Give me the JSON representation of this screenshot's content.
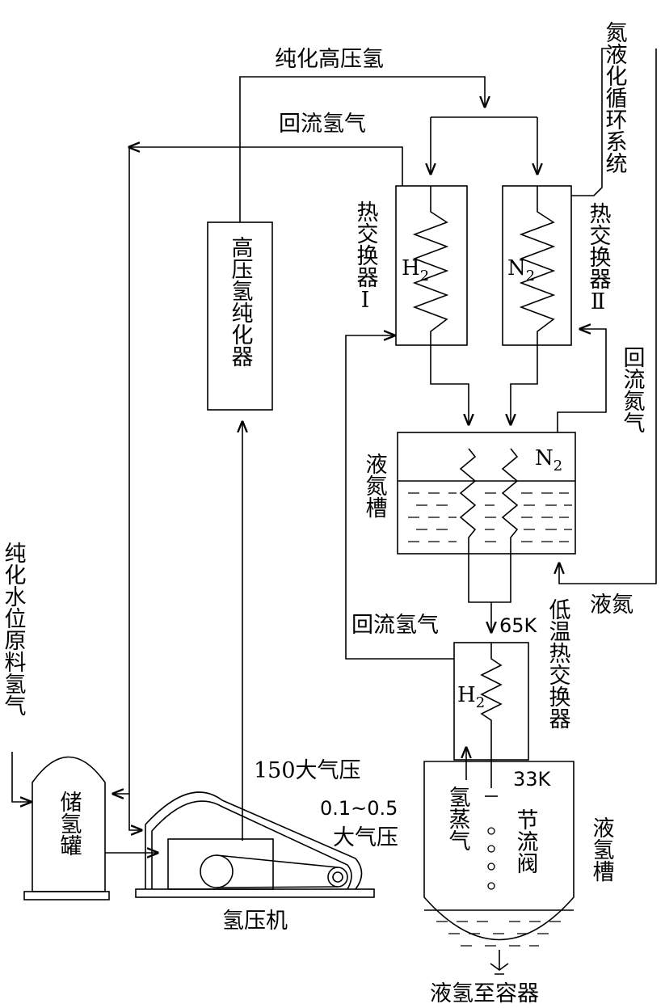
{
  "labels": {
    "purified_hp_h2": "纯化高压氢",
    "return_h2_top": "回流氢气",
    "n2_liquefaction": "氮液化循环系统",
    "hx1": "热交换器Ⅰ",
    "hx2": "热交换器Ⅱ",
    "hp_purifier": "高压氢纯化器",
    "h2_coil": "H",
    "h2_sub": "2",
    "n2_coil": "N",
    "n2_sub": "2",
    "return_n2": "回流氮气",
    "ln2_tank": "液氮槽",
    "n2_in_tank": "N",
    "n2_in_tank_sub": "2",
    "liquid_n2": "液氮",
    "raw_h2": "纯化水位原料氢气",
    "return_h2_mid": "回流氢气",
    "temp_65k": "65K",
    "lt_hx": "低温热交换器",
    "h2_lt": "H",
    "h2_lt_sub": "2",
    "pressure_150": "150大气压",
    "temp_33k": "33K",
    "storage_tank": "储氢罐",
    "pressure_low_1": "0.1~0.5",
    "pressure_low_2": "大气压",
    "h2_vapor": "氢蒸气",
    "throttle_valve": "节流阀",
    "lh2_tank": "液氢槽",
    "compressor": "氢压机",
    "lh2_to_container": "液氢至容器"
  }
}
